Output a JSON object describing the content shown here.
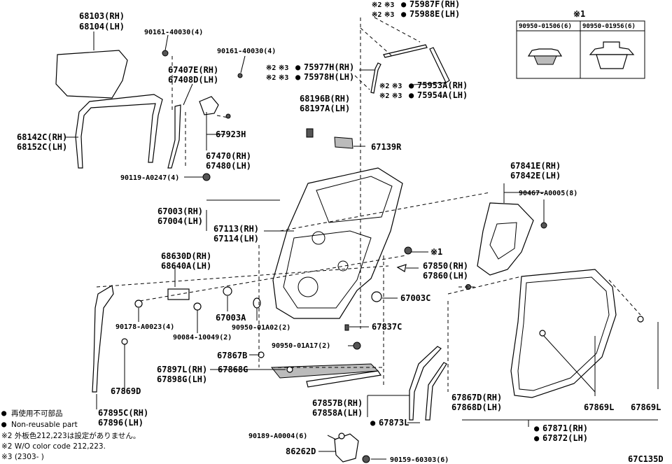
{
  "diagram_id": "67C135D",
  "callouts": {
    "glass_rh": "68103(RH)",
    "glass_lh": "68104(LH)",
    "bolt_a": "90161-40030(4)",
    "bolt_b": "90161-40030(4)",
    "run_rh": "67407E(RH)",
    "run_lh": "67408D(LH)",
    "channel_rh": "68142C(RH)",
    "channel_lh": "68152C(LH)",
    "brkt": "67923H",
    "frame_rh": "67470(RH)",
    "frame_lh": "67480(LH)",
    "screw_a": "90119-A0247(4)",
    "mould_top_rh": "75987F(RH)",
    "mould_top_lh": "75988E(LH)",
    "mould_upper_rh": "75977H(RH)",
    "mould_upper_lh": "75978H(LH)",
    "mould_corner_rh": "75953A(RH)",
    "mould_corner_lh": "75954A(LH)",
    "clip_rh": "68196B(RH)",
    "clip_lh": "68197A(LH)",
    "film": "67139R",
    "trim_rh": "67841E(RH)",
    "trim_lh": "67842E(LH)",
    "trim_clip": "90467-A0005(8)",
    "panel_rh": "67003(RH)",
    "panel_lh": "67004(LH)",
    "hinge_rh": "67113(RH)",
    "hinge_lh": "67114(LH)",
    "mark_1": "※1",
    "check_rh": "68630D(RH)",
    "check_lh": "68640A(LH)",
    "seal_rh": "67850(RH)",
    "seal_lh": "67860(LH)",
    "plug_c": "67003C",
    "bolt_c": "90178-A0023(4)",
    "plug_a": "67003A",
    "plug_b": "90950-01A02(2)",
    "bolt_d": "90084-10049(2)",
    "cushion": "67837C",
    "plug_d": "90950-01A17(2)",
    "clip_b": "67867B",
    "weather_rh": "67897L(RH)",
    "weather_lh": "67898G(LH)",
    "clip_g": "67868G",
    "weather_d": "67869D",
    "lower_rh": "67895C(RH)",
    "lower_lh": "67896(LH)",
    "weather_b_rh": "67857B(RH)",
    "weather_b_lh": "67858A(LH)",
    "seal_l": "67873L",
    "clip_d_rh": "67867D(RH)",
    "clip_d_lh": "67868D(LH)",
    "weather_l1": "67869L",
    "weather_l2": "67869L",
    "main_seal_rh": "67871(RH)",
    "main_seal_lh": "67872(LH)",
    "screw_b": "90189-A0004(6)",
    "cover": "86262D",
    "screw_c": "90159-60303(6)"
  },
  "note_marks": {
    "mark_2": "※2",
    "mark_3": "※3",
    "bullet": "●"
  },
  "legend_box": {
    "heading": "※1",
    "col1": "90950-01506(6)",
    "col2": "90950-01956(6)"
  },
  "footnotes": {
    "jp_nonreuse": "再使用不可部品",
    "en_nonreuse": "Non-reusable part",
    "note2_jp": "※2 外板色212,223は設定がありません。",
    "note2_en": "※2 W/O color code 212,223.",
    "note3": "※3 (2303-      )"
  }
}
